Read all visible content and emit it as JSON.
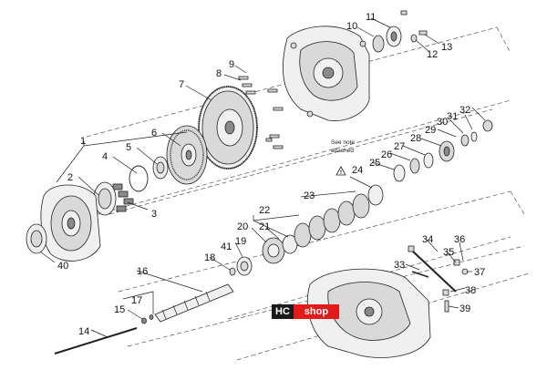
{
  "note": {
    "line1": "See note",
    "line2": "attached"
  },
  "logo": {
    "left": "HC",
    "right": "shop",
    "left_color": "#1a1a1a",
    "right_color": "#e21a1a"
  },
  "callouts": [
    "1",
    "2",
    "3",
    "4",
    "5",
    "6",
    "7",
    "8",
    "9",
    "10",
    "11",
    "12",
    "13",
    "14",
    "15",
    "16",
    "17",
    "18",
    "19",
    "20",
    "21",
    "22",
    "23",
    "24",
    "25",
    "26",
    "27",
    "28",
    "29",
    "30",
    "31",
    "32",
    "33",
    "34",
    "35",
    "36",
    "37",
    "38",
    "39",
    "40",
    "41"
  ]
}
